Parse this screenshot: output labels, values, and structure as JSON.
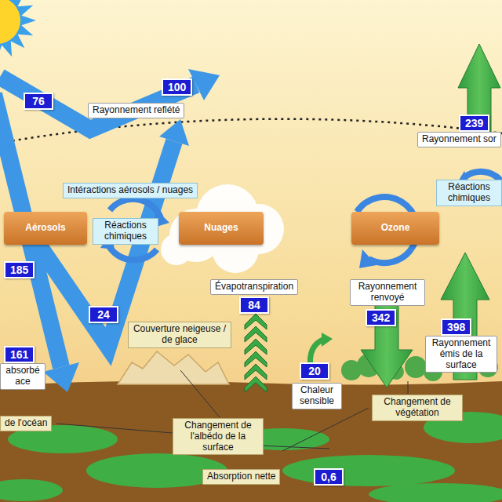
{
  "diagram": {
    "nodes": [
      {
        "text": [
          "76"
        ]
      },
      {
        "text": [
          "100"
        ]
      },
      {
        "text": [
          "Rayonnement reflété"
        ]
      },
      {
        "text": [
          "239"
        ]
      },
      {
        "text": [
          "Rayonnement sor"
        ]
      },
      {
        "text": [
          "Intéractions aérosols / nuages"
        ]
      },
      {
        "text": [
          "Réactions chimiques"
        ]
      },
      {
        "text": [
          "Aérosols"
        ]
      },
      {
        "text": [
          "Réactions chimiques"
        ]
      },
      {
        "text": [
          "Nuages"
        ]
      },
      {
        "text": [
          "Ozone"
        ]
      },
      {
        "text": [
          "185"
        ]
      },
      {
        "text": [
          "Évapotranspiration"
        ]
      },
      {
        "text": [
          "Rayonnement renvoyé"
        ]
      },
      {
        "text": [
          "84"
        ]
      },
      {
        "text": [
          "24"
        ]
      },
      {
        "text": [
          "342"
        ]
      },
      {
        "text": [
          "398"
        ]
      },
      {
        "text": [
          "Couverture neigeuse / de glace"
        ]
      },
      {
        "text": [
          "Rayonnement émis de la surface"
        ]
      },
      {
        "text": [
          "161"
        ]
      },
      {
        "text": [
          "absorbé ace"
        ]
      },
      {
        "text": [
          "20"
        ]
      },
      {
        "text": [
          "Chaleur sensible"
        ]
      },
      {
        "text": [
          "Changement de végétation"
        ]
      },
      {
        "text": [
          "de l'océan"
        ]
      },
      {
        "text": [
          "Changement de l'albédo de la surface"
        ]
      },
      {
        "text": [
          "Absorption nette"
        ]
      },
      {
        "text": [
          "0,6"
        ]
      }
    ]
  }
}
